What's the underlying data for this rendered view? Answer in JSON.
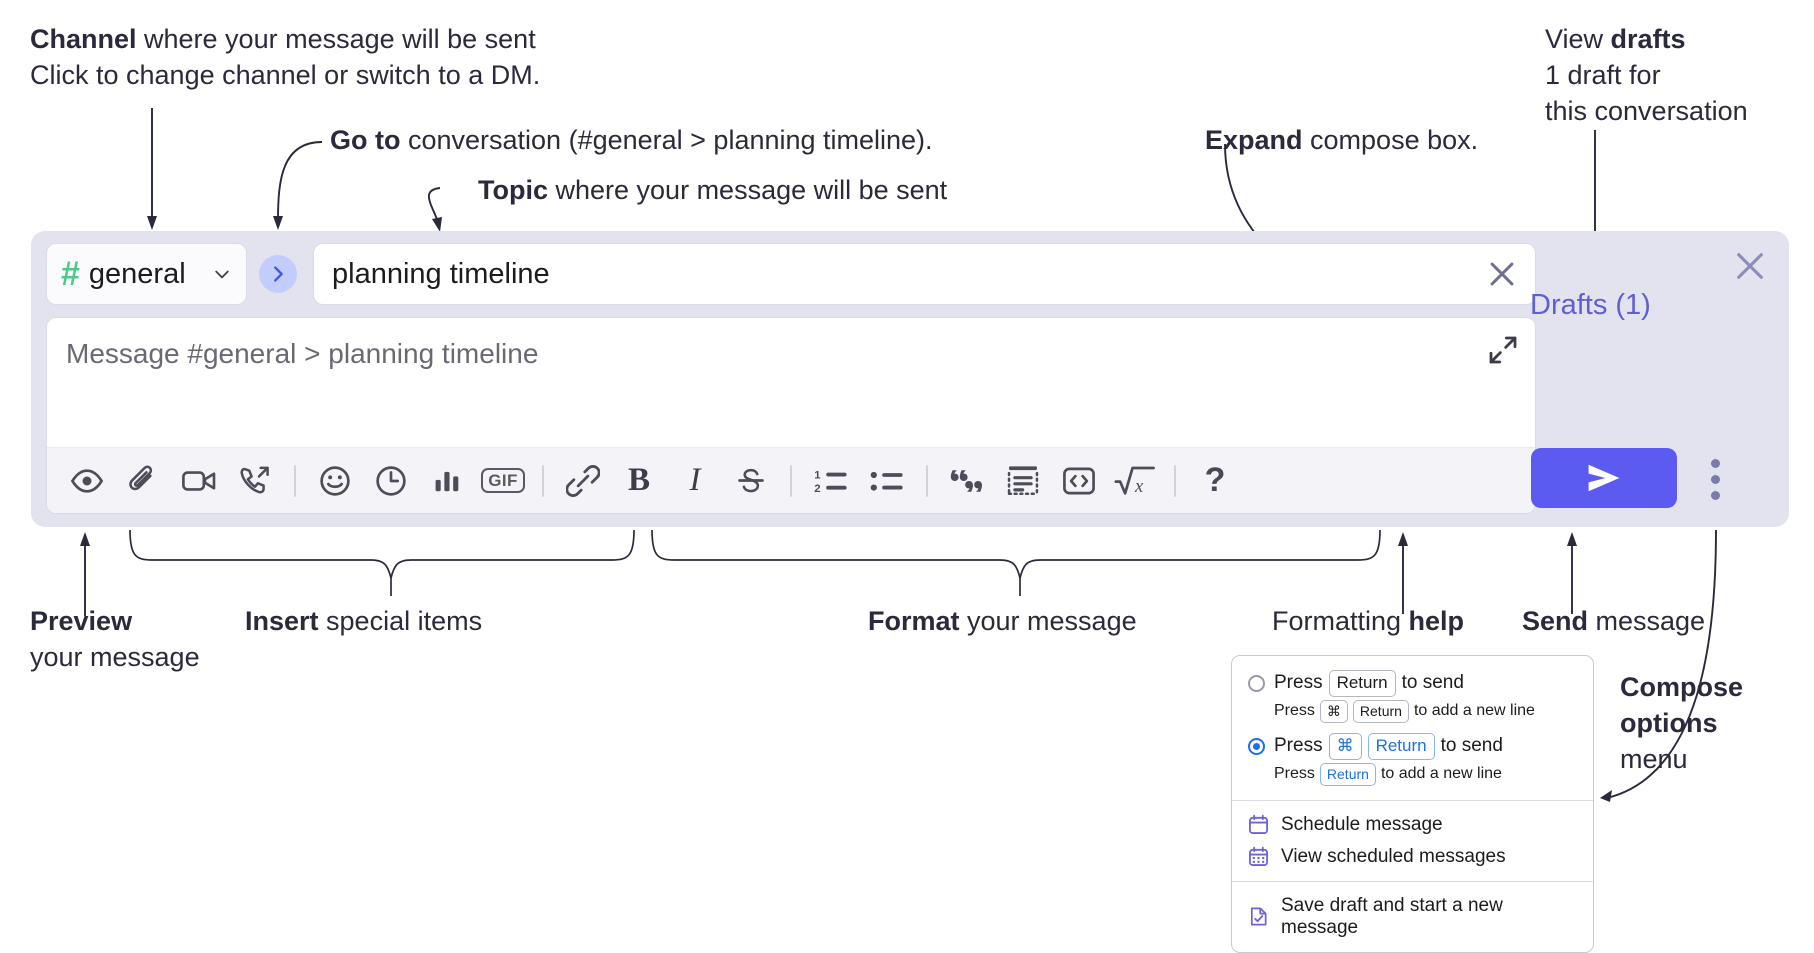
{
  "annotations": {
    "channel": {
      "bold": "Channel",
      "rest": " where your message will be sent",
      "italic": "Click to change channel or switch to a DM."
    },
    "goto": {
      "bold": "Go to",
      "rest": " conversation (#general > planning timeline)."
    },
    "topic": {
      "bold": "Topic",
      "rest": " where your message will be sent"
    },
    "expand": {
      "bold": "Expand",
      "rest": " compose box."
    },
    "drafts": {
      "line1a": "View ",
      "line1b": "drafts",
      "line2": "1 draft for",
      "line3": "this conversation"
    },
    "preview": {
      "bold": "Preview",
      "line2": "your message"
    },
    "insert": {
      "bold": "Insert",
      "rest": " special items"
    },
    "format": {
      "bold": "Format",
      "rest": " your message"
    },
    "help": {
      "rest": "Formatting ",
      "bold": "help"
    },
    "send": {
      "bold": "Send",
      "rest": " message"
    },
    "compose_options": {
      "line1": "Compose",
      "line2": "options",
      "line3": "menu"
    }
  },
  "compose": {
    "channel": {
      "hash": "#",
      "name": "general",
      "chevron_icon": "chevron-down-icon"
    },
    "go_to_icon": "chevron-right-icon",
    "topic": {
      "value": "planning timeline",
      "clear_icon": "close-icon"
    },
    "message": {
      "placeholder": "Message #general > planning timeline",
      "expand_icon": "expand-icon"
    },
    "close_icon": "close-icon",
    "drafts_label": "Drafts (1)",
    "send_icon": "send-icon",
    "kebab_icon": "more-options-icon",
    "toolbar": [
      {
        "name": "preview-button",
        "icon": "eye-icon"
      },
      {
        "name": "attach-button",
        "icon": "paperclip-icon"
      },
      {
        "name": "video-clip-button",
        "icon": "video-camera-icon"
      },
      {
        "name": "audio-clip-button",
        "icon": "phone-arrow-icon"
      },
      {
        "name": "separator-1",
        "icon": "divider"
      },
      {
        "name": "emoji-button",
        "icon": "smiley-icon"
      },
      {
        "name": "reminder-button",
        "icon": "clock-icon"
      },
      {
        "name": "poll-button",
        "icon": "bar-chart-icon"
      },
      {
        "name": "gif-button",
        "icon": "gif-icon",
        "label": "GIF"
      },
      {
        "name": "separator-2",
        "icon": "divider"
      },
      {
        "name": "link-button",
        "icon": "link-icon"
      },
      {
        "name": "bold-button",
        "icon": "bold-icon",
        "label": "B"
      },
      {
        "name": "italic-button",
        "icon": "italic-icon",
        "label": "I"
      },
      {
        "name": "strikethrough-button",
        "icon": "strikethrough-icon"
      },
      {
        "name": "separator-3",
        "icon": "divider"
      },
      {
        "name": "ordered-list-button",
        "icon": "ordered-list-icon"
      },
      {
        "name": "bulleted-list-button",
        "icon": "bulleted-list-icon"
      },
      {
        "name": "separator-4",
        "icon": "divider"
      },
      {
        "name": "blockquote-button",
        "icon": "quote-icon"
      },
      {
        "name": "code-block-button",
        "icon": "code-block-icon"
      },
      {
        "name": "code-button",
        "icon": "code-icon"
      },
      {
        "name": "math-button",
        "icon": "square-root-icon"
      },
      {
        "name": "separator-5",
        "icon": "divider"
      },
      {
        "name": "formatting-help-button",
        "icon": "question-mark-icon",
        "label": "?"
      }
    ]
  },
  "options_menu": {
    "option1": {
      "selected": false,
      "press": "Press",
      "key": "Return",
      "tail": "to send",
      "sub_press": "Press",
      "sub_key1": "⌘",
      "sub_key2": "Return",
      "sub_tail": "to add a new line"
    },
    "option2": {
      "selected": true,
      "press": "Press",
      "key1": "⌘",
      "key2": "Return",
      "tail": "to send",
      "sub_press": "Press",
      "sub_key": "Return",
      "sub_tail": "to add a new line"
    },
    "items": [
      {
        "label": "Schedule message",
        "icon": "calendar-icon"
      },
      {
        "label": "View scheduled messages",
        "icon": "calendar-grid-icon"
      },
      {
        "label": "Save draft and start a new message",
        "icon": "document-check-icon"
      }
    ]
  },
  "colors": {
    "panel_bg": "#e3e3ef",
    "send_blue": "#5b5bf2",
    "hash_green": "#4ec98a",
    "drafts_purple": "#5f5fcf",
    "go_circle": "#c3cdfb",
    "radio_blue": "#1a72e8",
    "menu_icon_purple": "#6b63d6"
  }
}
